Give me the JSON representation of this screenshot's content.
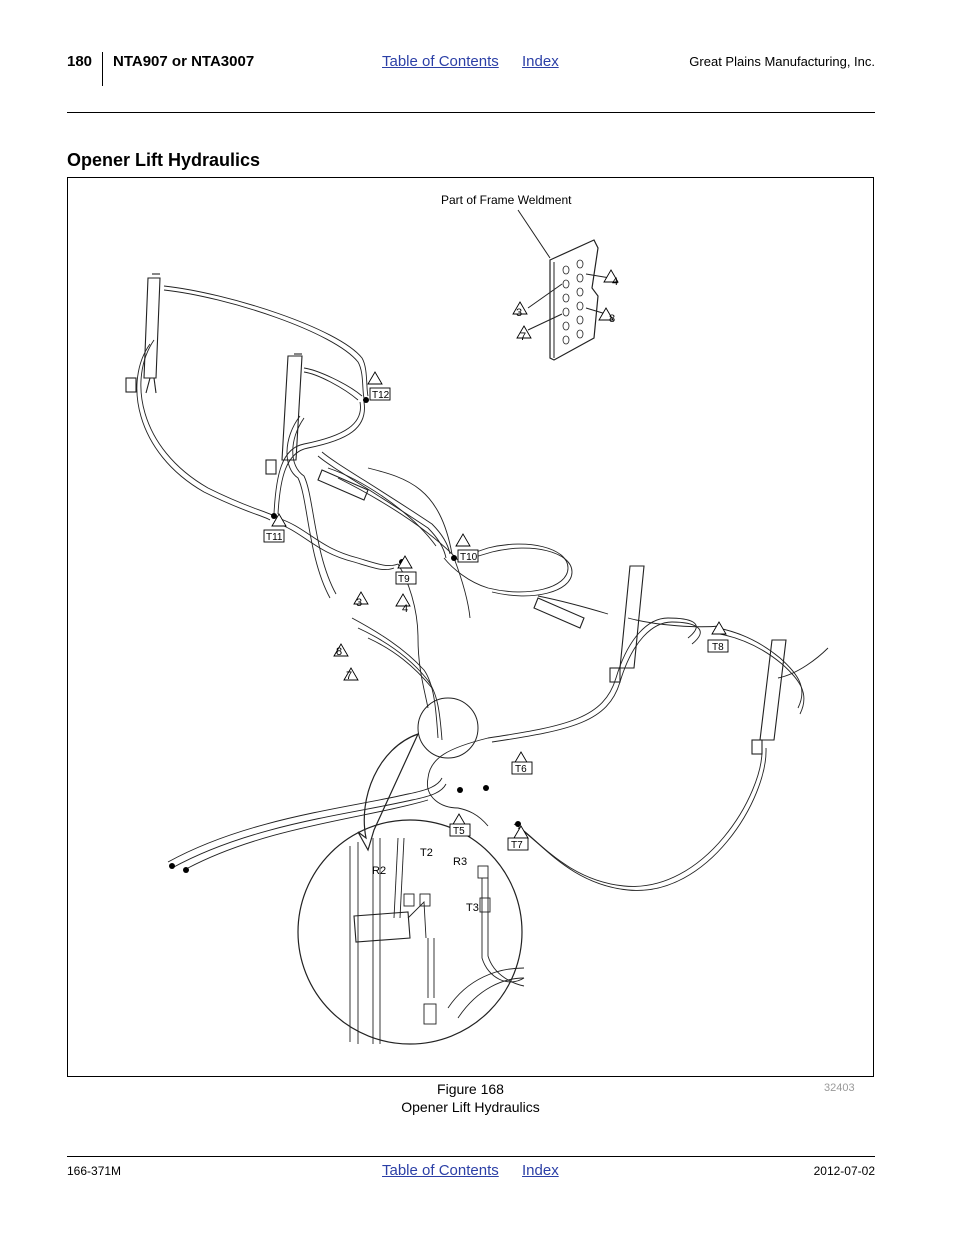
{
  "header": {
    "page_number": "180",
    "model": "NTA907 or NTA3007",
    "toc_link": "Table of Contents",
    "index_link": "Index",
    "company": "Great Plains Manufacturing, Inc."
  },
  "section_title": "Opener Lift Hydraulics",
  "figure": {
    "callout_frame": "Part of Frame Weldment",
    "labels": {
      "frame_4": "4",
      "frame_3": "3",
      "frame_8": "8",
      "frame_7": "7",
      "t12": "T12",
      "t11": "T11",
      "t10": "T10",
      "t9": "T9",
      "l3": "3",
      "l4": "4",
      "l8": "8",
      "l7": "7",
      "t8": "T8",
      "t6": "T6",
      "t5": "T5",
      "t7": "T7",
      "t2": "T2",
      "r2": "R2",
      "r3": "R3",
      "t3": "T3"
    },
    "number": "Figure 168",
    "title": "Opener Lift Hydraulics",
    "code": "32403"
  },
  "footer": {
    "doc_number": "166-371M",
    "toc_link": "Table of Contents",
    "index_link": "Index",
    "date": "2012-07-02"
  }
}
